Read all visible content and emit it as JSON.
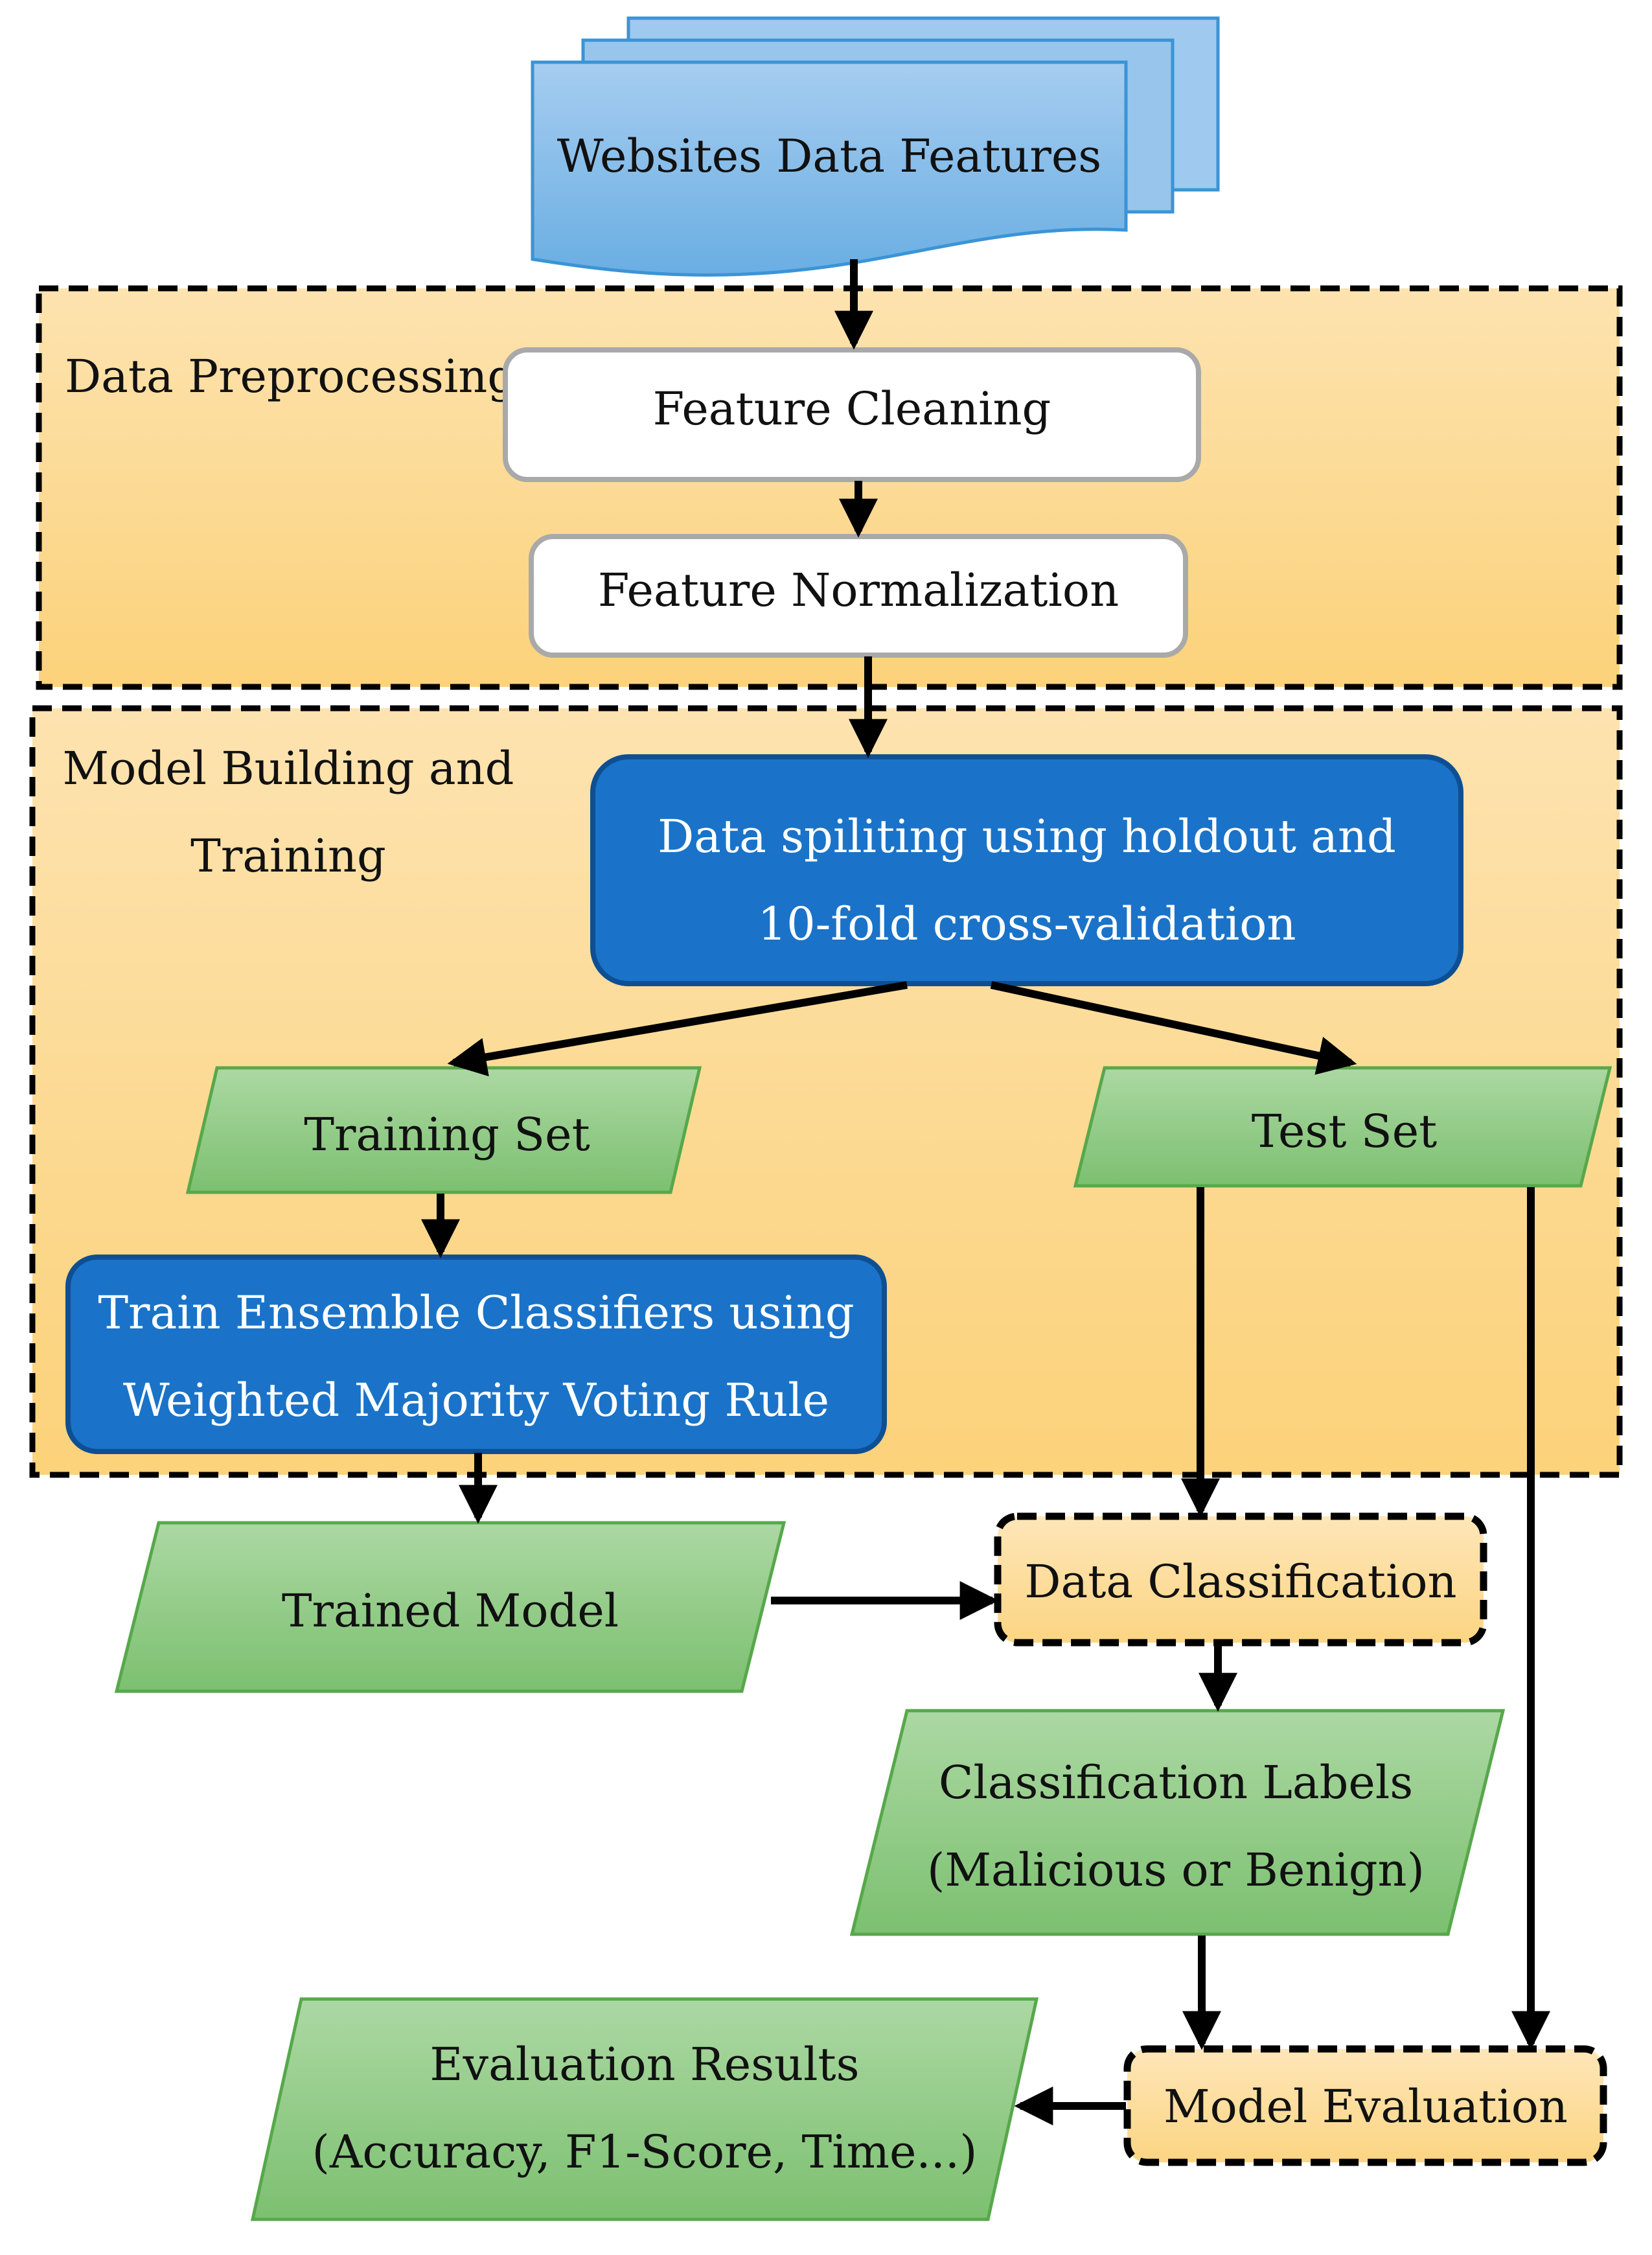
{
  "colors": {
    "accent_blue": "#1a73c8",
    "data_blue": "#8fbfe8",
    "group_fill": "#fde2a6",
    "io_green": "#96cc8a",
    "white_box": "#ffffff",
    "edge": "#000000"
  },
  "nodes": {
    "websites_data": {
      "label": "Websites Data Features",
      "shape": "multi-document"
    },
    "feature_cleaning": {
      "label": "Feature Cleaning",
      "shape": "rounded-rect"
    },
    "feature_normalization": {
      "label": "Feature Normalization",
      "shape": "rounded-rect"
    },
    "data_splitting": {
      "lines": [
        "Data spiliting using holdout and",
        "10-fold cross-validation"
      ],
      "shape": "rounded-rect"
    },
    "training_set": {
      "label": "Training Set",
      "shape": "parallelogram"
    },
    "test_set": {
      "label": "Test Set",
      "shape": "parallelogram"
    },
    "train_ensemble": {
      "lines": [
        "Train Ensemble Classifiers using",
        "Weighted Majority Voting Rule"
      ],
      "shape": "rounded-rect"
    },
    "trained_model": {
      "label": "Trained Model",
      "shape": "parallelogram"
    },
    "data_classification": {
      "label": "Data Classification",
      "shape": "dashed-rect"
    },
    "classification_labels": {
      "lines": [
        "Classification Labels",
        "(Malicious or Benign)"
      ],
      "shape": "parallelogram"
    },
    "evaluation_results": {
      "lines": [
        "Evaluation Results",
        "(Accuracy, F1-Score, Time...)"
      ],
      "shape": "parallelogram"
    },
    "model_evaluation": {
      "label": "Model Evaluation",
      "shape": "dashed-rect"
    }
  },
  "groups": {
    "preprocessing": {
      "label": "Data Preprocessing"
    },
    "model_building": {
      "lines": [
        "Model Building and",
        "Training"
      ]
    }
  },
  "edges": [
    {
      "from": "websites_data",
      "to": "feature_cleaning"
    },
    {
      "from": "feature_cleaning",
      "to": "feature_normalization"
    },
    {
      "from": "feature_normalization",
      "to": "data_splitting"
    },
    {
      "from": "data_splitting",
      "to": "training_set"
    },
    {
      "from": "data_splitting",
      "to": "test_set"
    },
    {
      "from": "training_set",
      "to": "train_ensemble"
    },
    {
      "from": "train_ensemble",
      "to": "trained_model"
    },
    {
      "from": "test_set",
      "to": "data_classification"
    },
    {
      "from": "trained_model",
      "to": "data_classification"
    },
    {
      "from": "data_classification",
      "to": "classification_labels"
    },
    {
      "from": "classification_labels",
      "to": "model_evaluation"
    },
    {
      "from": "test_set",
      "to": "model_evaluation"
    },
    {
      "from": "model_evaluation",
      "to": "evaluation_results"
    }
  ]
}
